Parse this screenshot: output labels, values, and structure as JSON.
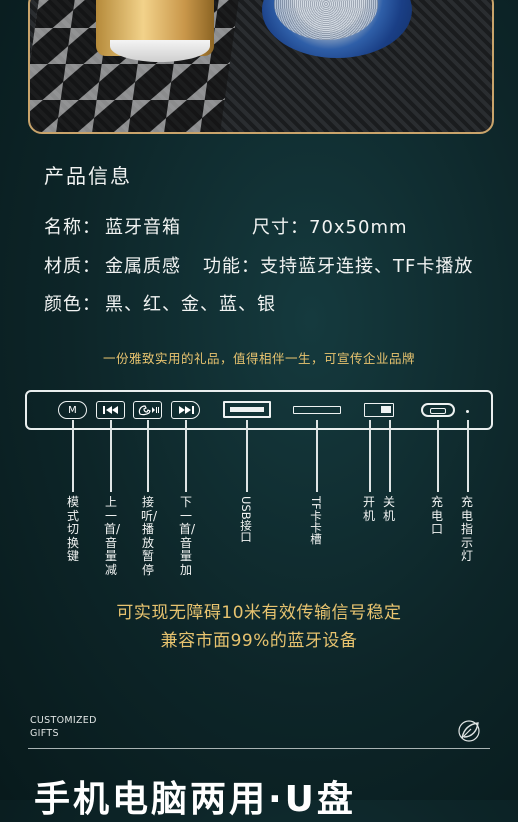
{
  "section": {
    "title": "产品信息"
  },
  "info": {
    "name_key": "名称：",
    "name_val": "蓝牙音箱",
    "size_key": "尺寸：",
    "size_val": "70x50mm",
    "material_key": "材质：",
    "material_val": "金属质感",
    "function_key": "功能：",
    "function_val": "支持蓝牙连接、TF卡播放",
    "color_key": "颜色：",
    "color_val": "黑、红、金、蓝、银"
  },
  "slogan": "一份雅致实用的礼品，值得相伴一生，可宣传企业品牌",
  "panel": {
    "m_button": "M",
    "labels": {
      "mode": "模式切换键",
      "prev": "上一首/音量减",
      "call": "接听/播放暂停",
      "next": "下一首/音量加",
      "usb": "USB接口",
      "tf": "TF卡卡槽",
      "on": "开机",
      "off": "关机",
      "charge_port": "充电口",
      "charge_led": "充电指示灯"
    }
  },
  "feature": {
    "line1": "可实现无障碍10米有效传输信号稳定",
    "line2": "兼容市面99%的蓝牙设备"
  },
  "footer": {
    "brand_line1": "CUSTOMIZED",
    "brand_line2": "GIFTS",
    "headline": "手机电脑两用·U盘"
  },
  "icons": [
    "leaf-icon",
    "prev-track-icon",
    "phone-play-pause-icon",
    "next-track-icon",
    "usb-port-icon",
    "tf-slot-icon",
    "power-switch-icon",
    "charge-port-icon",
    "charge-led-icon"
  ],
  "colors": {
    "accent_gold": "#e7c36f",
    "frame_gold": "#c9a46b",
    "background": "#0d2528"
  }
}
